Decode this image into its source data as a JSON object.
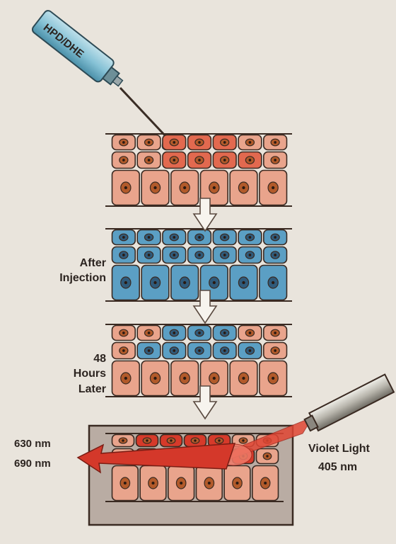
{
  "syringe": {
    "label": "HPD/DHE"
  },
  "stages": [
    {
      "id": "before",
      "label_lines": []
    },
    {
      "id": "after-injection",
      "label_lines": [
        "After",
        "Injection"
      ]
    },
    {
      "id": "48-hours-later",
      "label_lines": [
        "48",
        "Hours",
        "Later"
      ]
    },
    {
      "id": "irradiation",
      "label_lines": []
    }
  ],
  "emission": {
    "lines": [
      "630 nm",
      "690 nm"
    ]
  },
  "excitation": {
    "lines": [
      "Violet Light",
      "405 nm"
    ]
  },
  "colors": {
    "background": "#e9e4dc",
    "normal_cell": "#e9a48c",
    "tumor_cell": "#e2694f",
    "dye_cell": "#5b9fc4",
    "fluorescing_cell": "#d63a2a",
    "nucleus_normal": "#b25a2a",
    "nucleus_dye": "#2f5a7a",
    "outline": "#3a2a22",
    "laser": "#e04634",
    "box": "#b9aca3"
  }
}
